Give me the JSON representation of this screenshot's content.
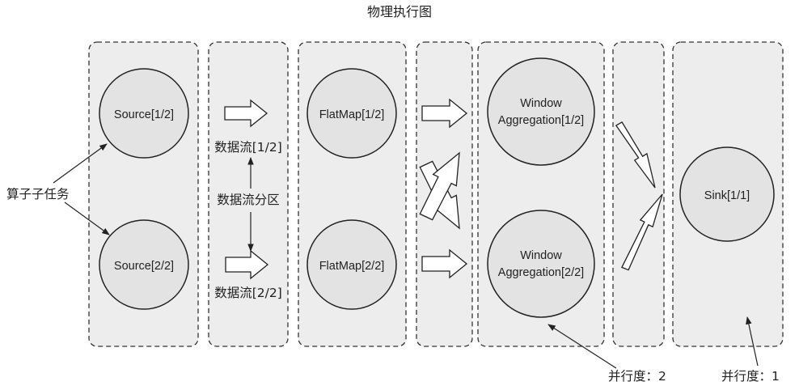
{
  "title": "物理执行图",
  "nodes": {
    "source1": "Source[1/2]",
    "source2": "Source[2/2]",
    "flatmap1": "FlatMap[1/2]",
    "flatmap2": "FlatMap[2/2]",
    "window1_line1": "Window",
    "window1_line2": "Aggregation[1/2]",
    "window2_line1": "Window",
    "window2_line2": "Aggregation[2/2]",
    "sink": "Sink[1/1]"
  },
  "labels": {
    "stream1": "数据流[1/2]",
    "stream2": "数据流[2/2]",
    "partition": "数据流分区",
    "subtask": "算子子任务",
    "parallelism2": "并行度：2",
    "parallelism1": "并行度：1"
  }
}
